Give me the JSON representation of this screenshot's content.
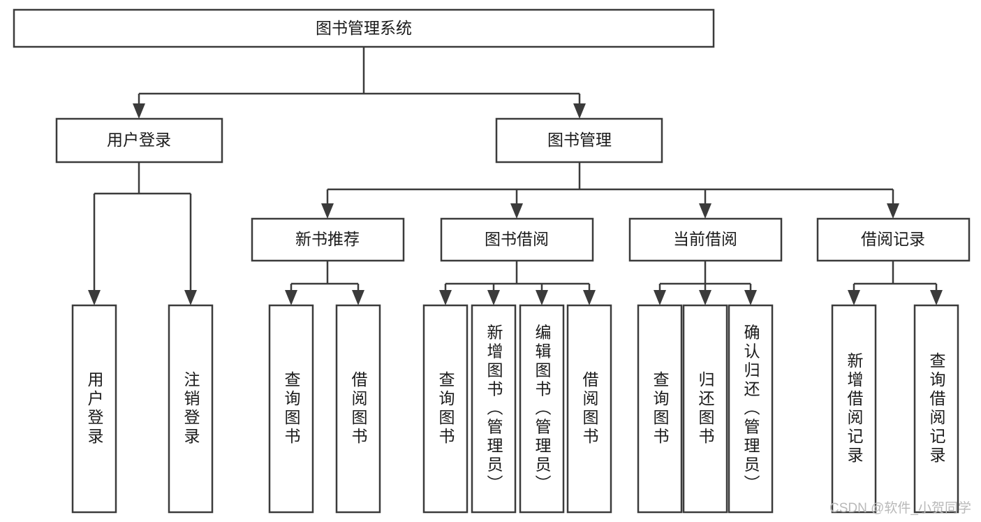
{
  "diagram": {
    "type": "hierarchy-tree",
    "title": "图书管理系统",
    "watermark": "CSDN @软件_小贺同学",
    "colors": {
      "box_stroke": "#3b3b3b",
      "box_fill": "#ffffff",
      "text": "#1a1a1a",
      "background": "#ffffff",
      "watermark": "#b9b9b9"
    },
    "root": {
      "label": "图书管理系统"
    },
    "level2": [
      {
        "label": "用户登录"
      },
      {
        "label": "图书管理"
      }
    ],
    "level3": [
      {
        "label": "新书推荐"
      },
      {
        "label": "图书借阅"
      },
      {
        "label": "当前借阅"
      },
      {
        "label": "借阅记录"
      }
    ],
    "leaves": [
      {
        "label": "用户登录",
        "parent": "用户登录"
      },
      {
        "label": "注销登录",
        "parent": "用户登录"
      },
      {
        "label": "查询图书",
        "parent": "新书推荐"
      },
      {
        "label": "借阅图书",
        "parent": "新书推荐"
      },
      {
        "label": "查询图书",
        "parent": "图书借阅"
      },
      {
        "label": "新增图书（管理员）",
        "parent": "图书借阅"
      },
      {
        "label": "编辑图书（管理员）",
        "parent": "图书借阅"
      },
      {
        "label": "借阅图书",
        "parent": "图书借阅"
      },
      {
        "label": "查询图书",
        "parent": "当前借阅"
      },
      {
        "label": "归还图书",
        "parent": "当前借阅"
      },
      {
        "label": "确认归还（管理员）",
        "parent": "当前借阅"
      },
      {
        "label": "新增借阅记录",
        "parent": "借阅记录"
      },
      {
        "label": "查询借阅记录",
        "parent": "借阅记录"
      }
    ]
  }
}
